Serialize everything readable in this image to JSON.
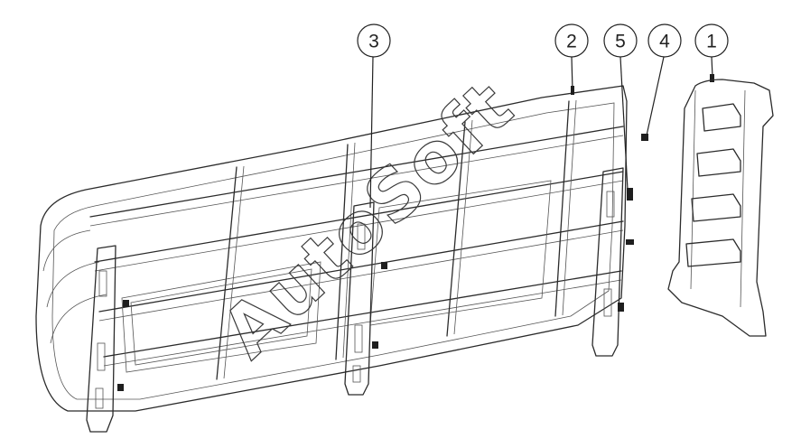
{
  "diagram": {
    "callouts": [
      {
        "id": "c1",
        "label": "1"
      },
      {
        "id": "c2",
        "label": "2"
      },
      {
        "id": "c3",
        "label": "3"
      },
      {
        "id": "c4",
        "label": "4"
      },
      {
        "id": "c5",
        "label": "5"
      }
    ],
    "watermark": "AutoSoft"
  }
}
